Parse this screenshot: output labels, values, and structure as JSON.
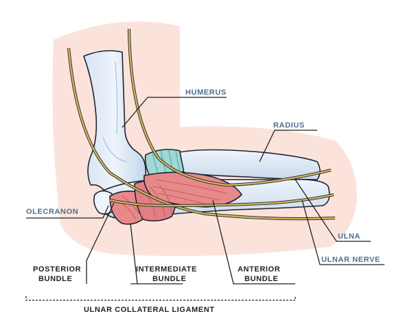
{
  "labels": {
    "humerus": "HUMERUS",
    "radius": "RADIUS",
    "olecranon": "OLECRANON",
    "ulna": "ULNA",
    "ulnar_nerve": "ULNAR NERVE",
    "posterior_bundle": [
      "POSTERIOR",
      "BUNDLE"
    ],
    "intermediate_bundle": [
      "INTERMEDIATE",
      "BUNDLE"
    ],
    "anterior_bundle": [
      "ANTERIOR",
      "BUNDLE"
    ],
    "ulnar_collateral_ligament": "ULNAR COLLATERAL LIGAMENT"
  },
  "colors": {
    "skin": "#fbe3dc",
    "bone": "#e6eef7",
    "bone_shadow": "#b9cde3",
    "ligament": "#e7898b",
    "ligament_dark": "#c95c62",
    "cartilage": "#9fd8d6",
    "nerve": "#d8b45a",
    "label_blue": "#4e6f8e"
  }
}
